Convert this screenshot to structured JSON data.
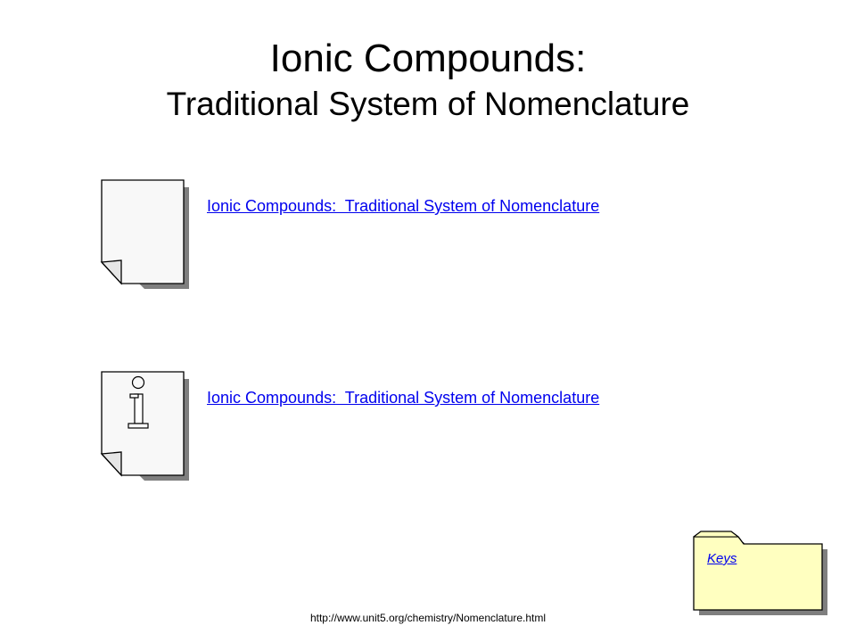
{
  "title": {
    "line1": "Ionic Compounds:",
    "line2": "Traditional System of Nomenclature"
  },
  "links": [
    {
      "label": "Ionic Compounds:  Traditional System of Nomenclature",
      "icon": "document-icon"
    },
    {
      "label": "Ionic Compounds:  Traditional System of Nomenclature",
      "icon": "info-document-icon"
    }
  ],
  "folder": {
    "label": "Keys",
    "icon": "folder-icon",
    "color": "#ffffc0"
  },
  "footer": {
    "url": "http://www.unit5.org/chemistry/Nomenclature.html"
  },
  "colors": {
    "link": "#0000ee",
    "background": "#ffffff"
  }
}
